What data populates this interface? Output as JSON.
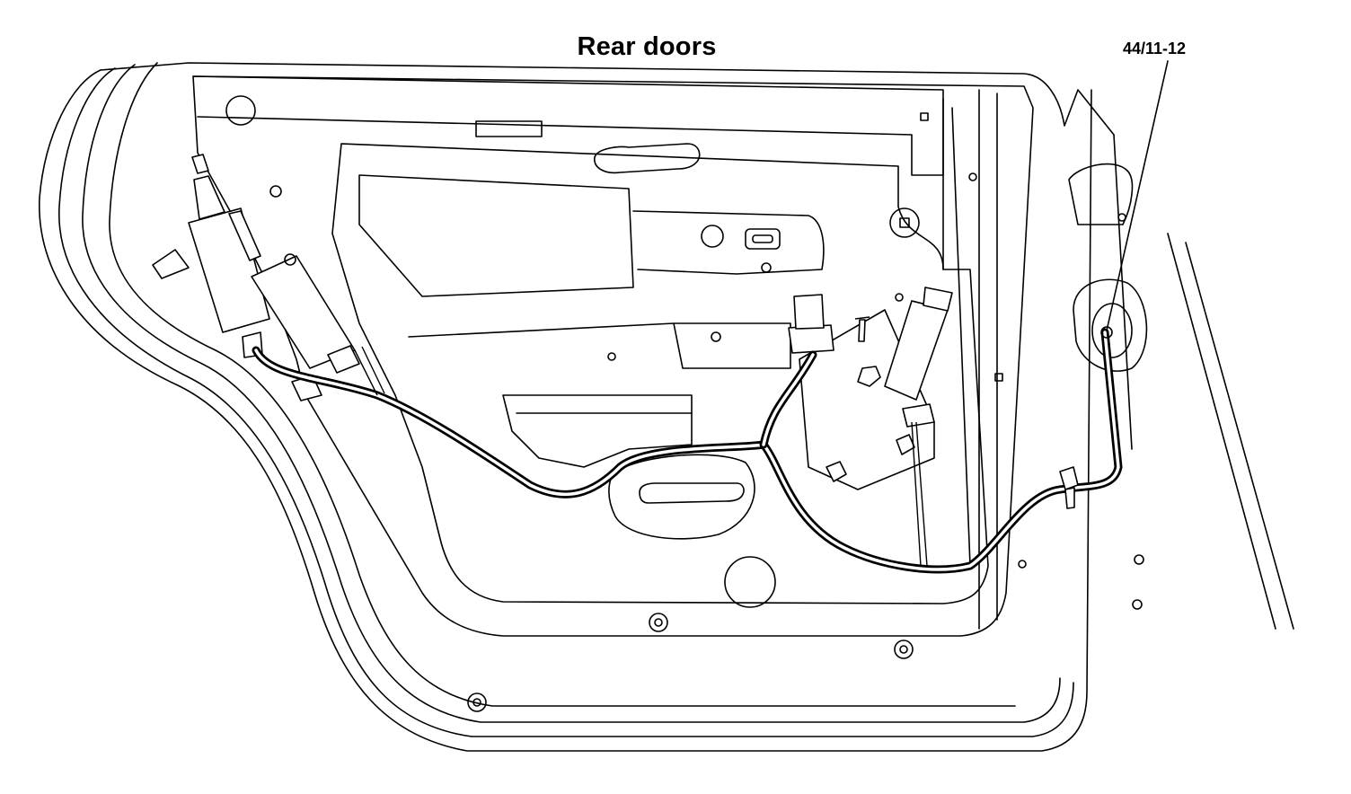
{
  "title": "Rear doors",
  "callouts": [
    {
      "id": "44/11-12",
      "label": "44/11-12"
    }
  ]
}
